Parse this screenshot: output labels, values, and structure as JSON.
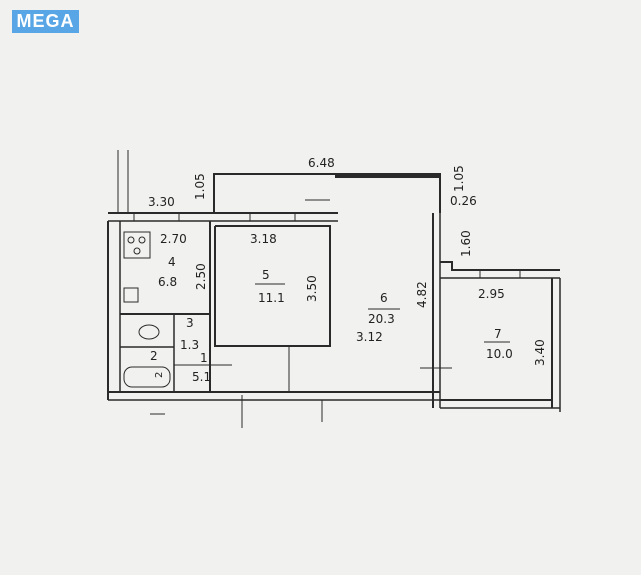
{
  "brand": {
    "logo_text": "MEGA",
    "color": "#58a6e6"
  },
  "plan": {
    "overall_width": "6.48",
    "dimensions": {
      "top_left_width": "3.30",
      "top_left_depth": "1.05",
      "top_right_depth": "1.05",
      "top_right_offset": "0.26",
      "right_step": "1.60"
    },
    "rooms": [
      {
        "number": "1",
        "area": "5.1",
        "dim": "1.3"
      },
      {
        "number": "2",
        "area": "2"
      },
      {
        "number": "3"
      },
      {
        "number": "4",
        "area": "6.8",
        "width": "2.70",
        "depth": "2.50"
      },
      {
        "number": "5",
        "area": "11.1",
        "width": "3.18",
        "depth": "3.50"
      },
      {
        "number": "6",
        "area": "20.3",
        "width": "3.12",
        "depth": "4.82"
      },
      {
        "number": "7",
        "area": "10.0",
        "width": "2.95",
        "depth": "3.40"
      }
    ]
  }
}
